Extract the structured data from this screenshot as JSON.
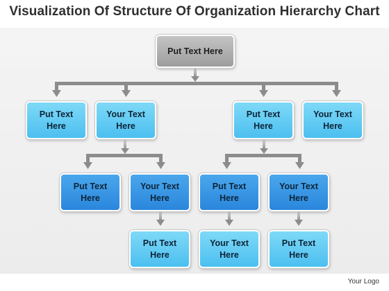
{
  "title": "Visualization Of Structure Of Organization Hierarchy Chart",
  "root": {
    "label": "Put Text Here"
  },
  "level1": [
    {
      "label": "Put Text\nHere"
    },
    {
      "label": "Your Text\nHere"
    },
    {
      "label": "Put Text\nHere"
    },
    {
      "label": "Your Text\nHere"
    }
  ],
  "level2": [
    {
      "label": "Put Text\nHere"
    },
    {
      "label": "Your Text\nHere"
    },
    {
      "label": "Put Text\nHere"
    },
    {
      "label": "Your Text\nHere"
    }
  ],
  "level3": [
    {
      "label": "Put Text\nHere"
    },
    {
      "label": "Your Text\nHere"
    },
    {
      "label": "Put Text\nHere"
    }
  ],
  "logo": "Your Logo",
  "colors": {
    "root": "#a9a9a9",
    "light_box": "#5ccaf3",
    "dark_box": "#3a97e4",
    "connector": "#8c8c8c"
  }
}
